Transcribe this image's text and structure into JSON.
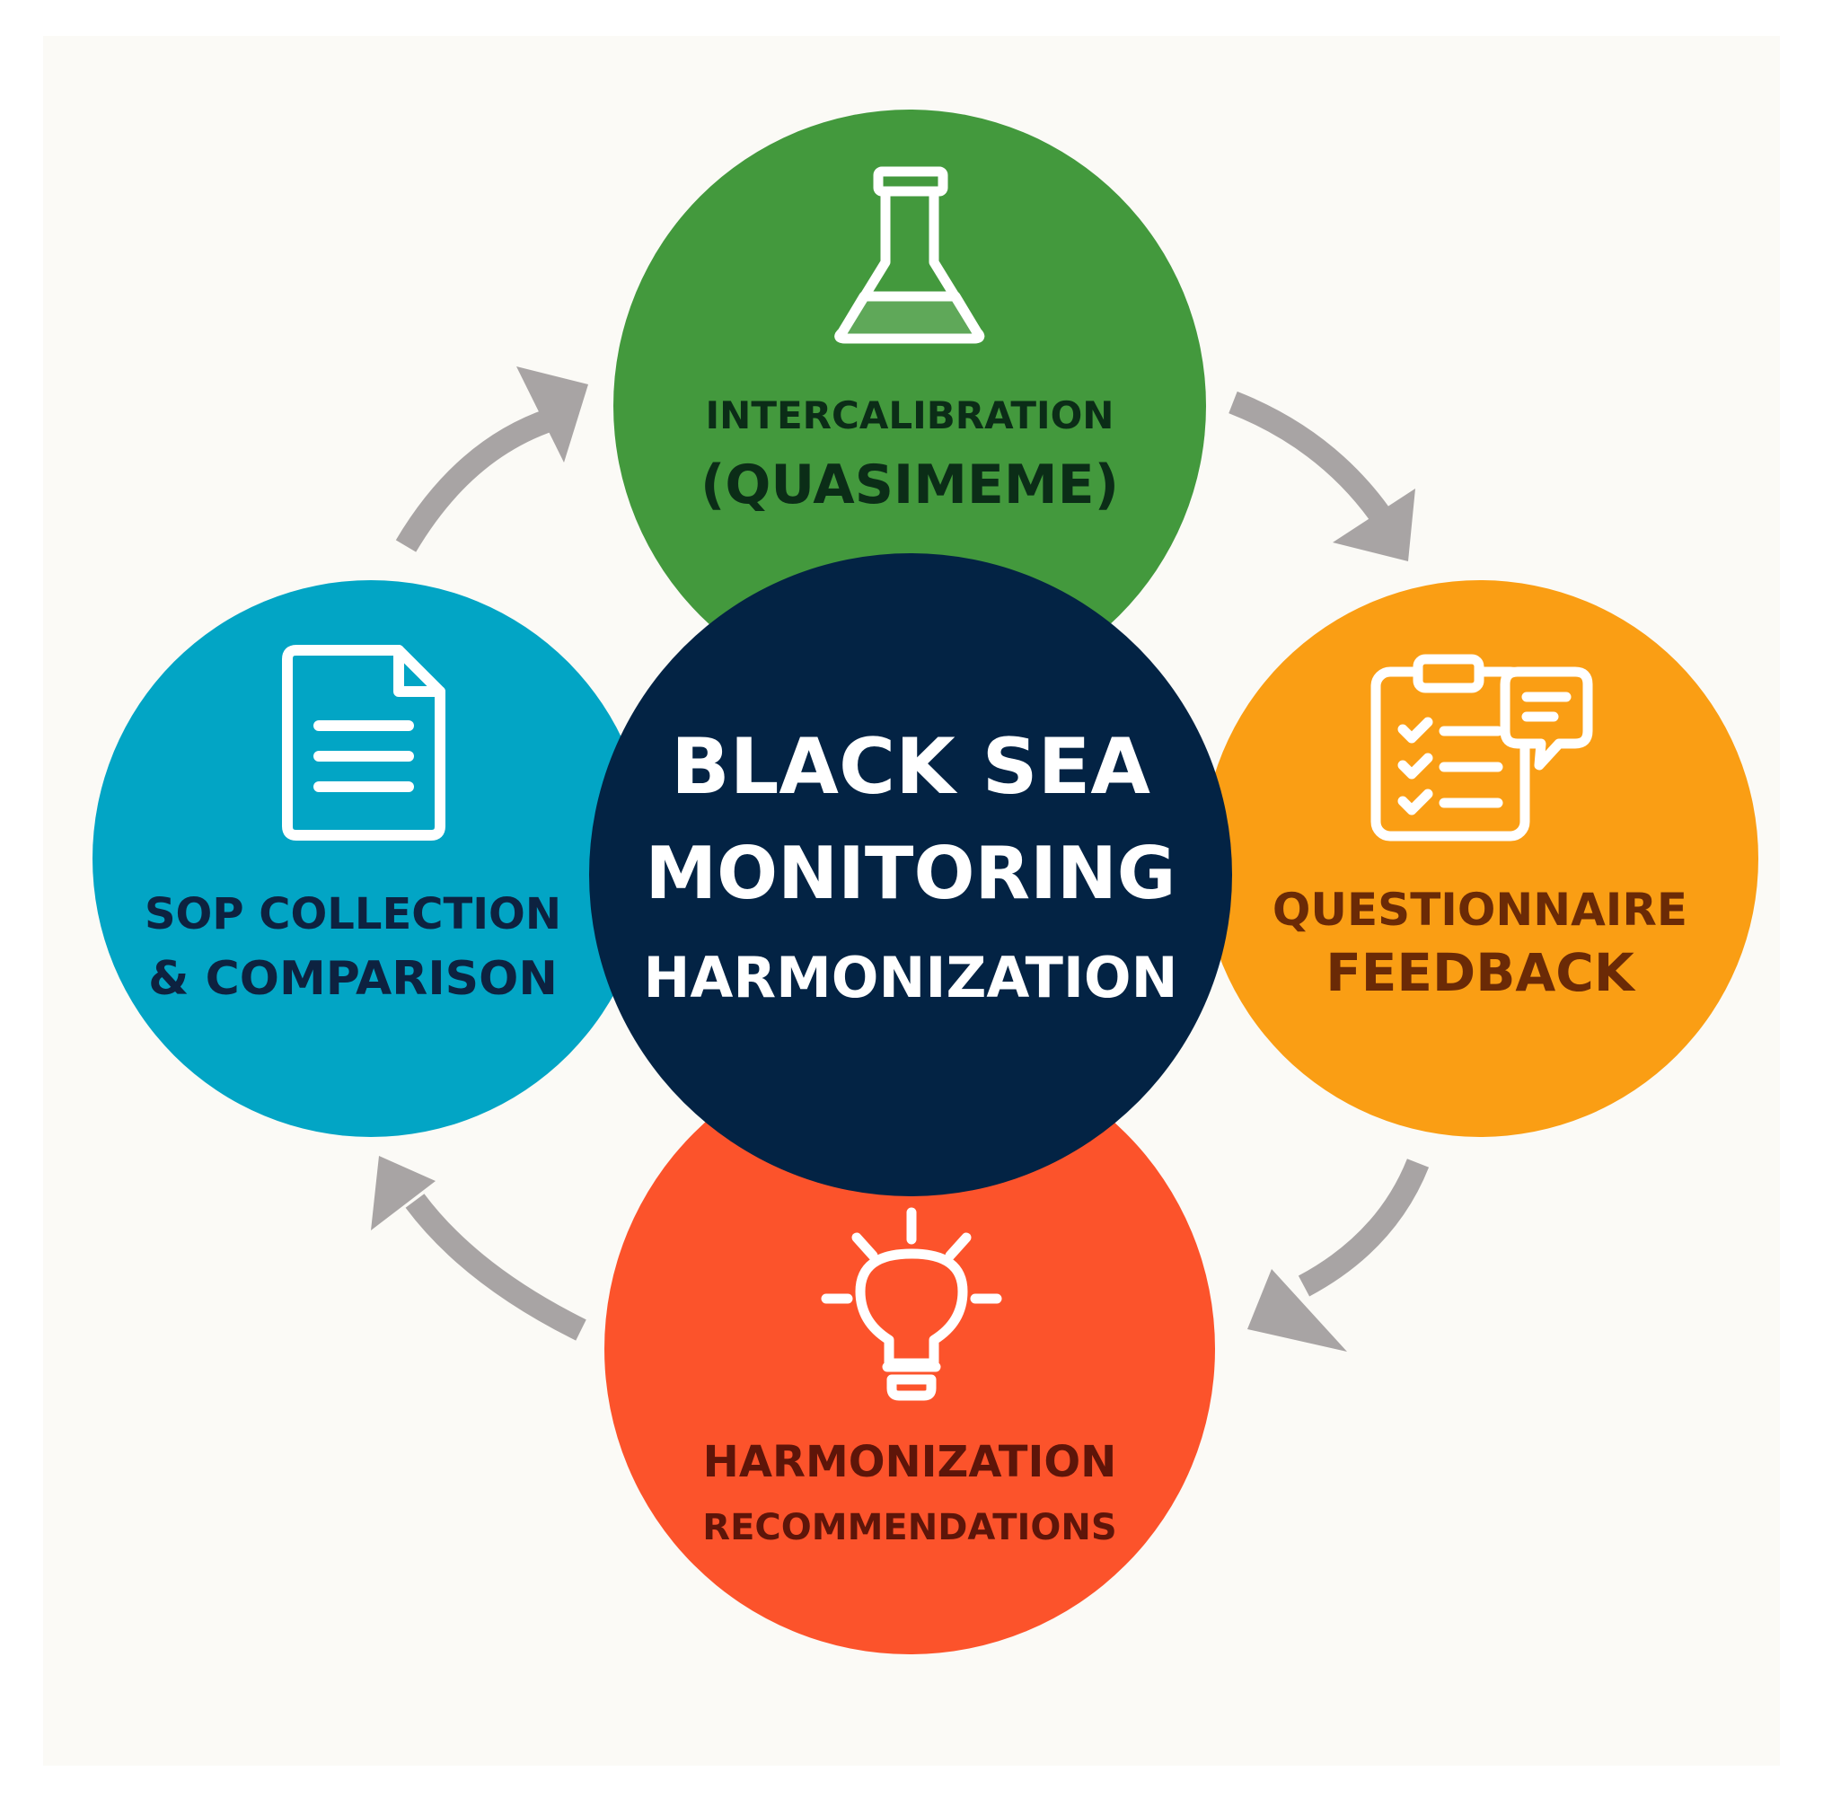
{
  "center": {
    "line1": "BLACK SEA",
    "line2": "MONITORING",
    "line3": "HARMONIZATION",
    "color": "#032344",
    "text_color": "#ffffff"
  },
  "nodes": [
    {
      "id": "intercalibration",
      "line1": "INTERCALIBRATION",
      "line2": "(QUASIMEME)",
      "color": "#43993d",
      "text_color": "#0b2d17",
      "icon": "flask-icon"
    },
    {
      "id": "questionnaire",
      "line1": "QUESTIONNAIRE",
      "line2": "FEEDBACK",
      "color": "#fa9e14",
      "text_color": "#6b2a06",
      "icon": "clipboard-chat-icon"
    },
    {
      "id": "recommendations",
      "line1": "HARMONIZATION",
      "line2": "RECOMMENDATIONS",
      "color": "#fc532b",
      "text_color": "#5e1509",
      "icon": "lightbulb-icon"
    },
    {
      "id": "sop",
      "line1": "SOP COLLECTION",
      "line2": "& COMPARISON",
      "color": "#02a5c5",
      "text_color": "#0d2240",
      "icon": "document-icon"
    }
  ],
  "background": "#fbfaf6",
  "arrow_color": "#a8a4a4"
}
